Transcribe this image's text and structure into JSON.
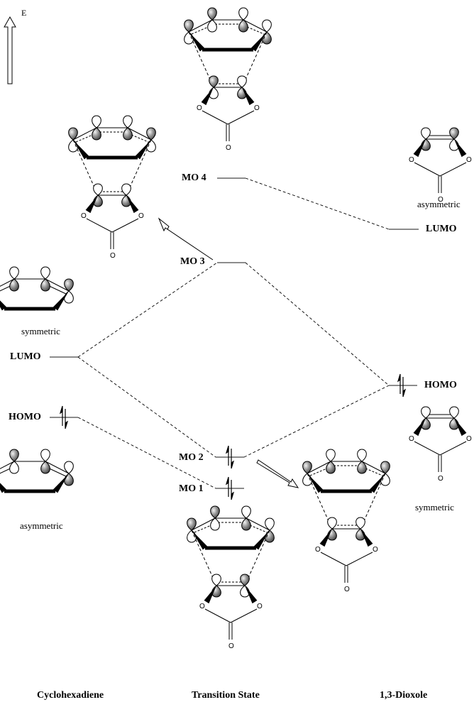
{
  "diagram": {
    "axis": {
      "label": "E",
      "direction": "up"
    },
    "columns": [
      {
        "id": "cyclohexadiene",
        "title": "Cyclohexadiene"
      },
      {
        "id": "transition-state",
        "title": "Transition State"
      },
      {
        "id": "dioxole",
        "title": "1,3-Dioxole"
      }
    ],
    "levels": {
      "cyclohexadiene_lumo": {
        "label": "LUMO",
        "occupied": false,
        "symmetry": "symmetric"
      },
      "cyclohexadiene_homo": {
        "label": "HOMO",
        "occupied": true,
        "symmetry": "asymmetric"
      },
      "ts_mo4": {
        "label": "MO 4",
        "occupied": false
      },
      "ts_mo3": {
        "label": "MO 3",
        "occupied": false
      },
      "ts_mo2": {
        "label": "MO 2",
        "occupied": true
      },
      "ts_mo1": {
        "label": "MO 1",
        "occupied": true
      },
      "dioxole_lumo": {
        "label": "LUMO",
        "occupied": false,
        "symmetry": "asymmetric"
      },
      "dioxole_homo": {
        "label": "HOMO",
        "occupied": true,
        "symmetry": "symmetric"
      }
    },
    "captions": {
      "cyclohexadiene_lumo": "symmetric",
      "cyclohexadiene_homo": "asymmetric",
      "dioxole_lumo": "asymmetric",
      "dioxole_homo": "symmetric"
    },
    "correlations": [
      {
        "from": "cyclohexadiene_lumo",
        "to": "ts_mo3"
      },
      {
        "from": "cyclohexadiene_lumo",
        "to": "ts_mo1"
      },
      {
        "from": "cyclohexadiene_homo",
        "to": "ts_mo1"
      },
      {
        "from": "dioxole_lumo",
        "to": "ts_mo4"
      },
      {
        "from": "dioxole_homo",
        "to": "ts_mo3"
      },
      {
        "from": "dioxole_homo",
        "to": "ts_mo2"
      }
    ],
    "atom_label": "O"
  }
}
